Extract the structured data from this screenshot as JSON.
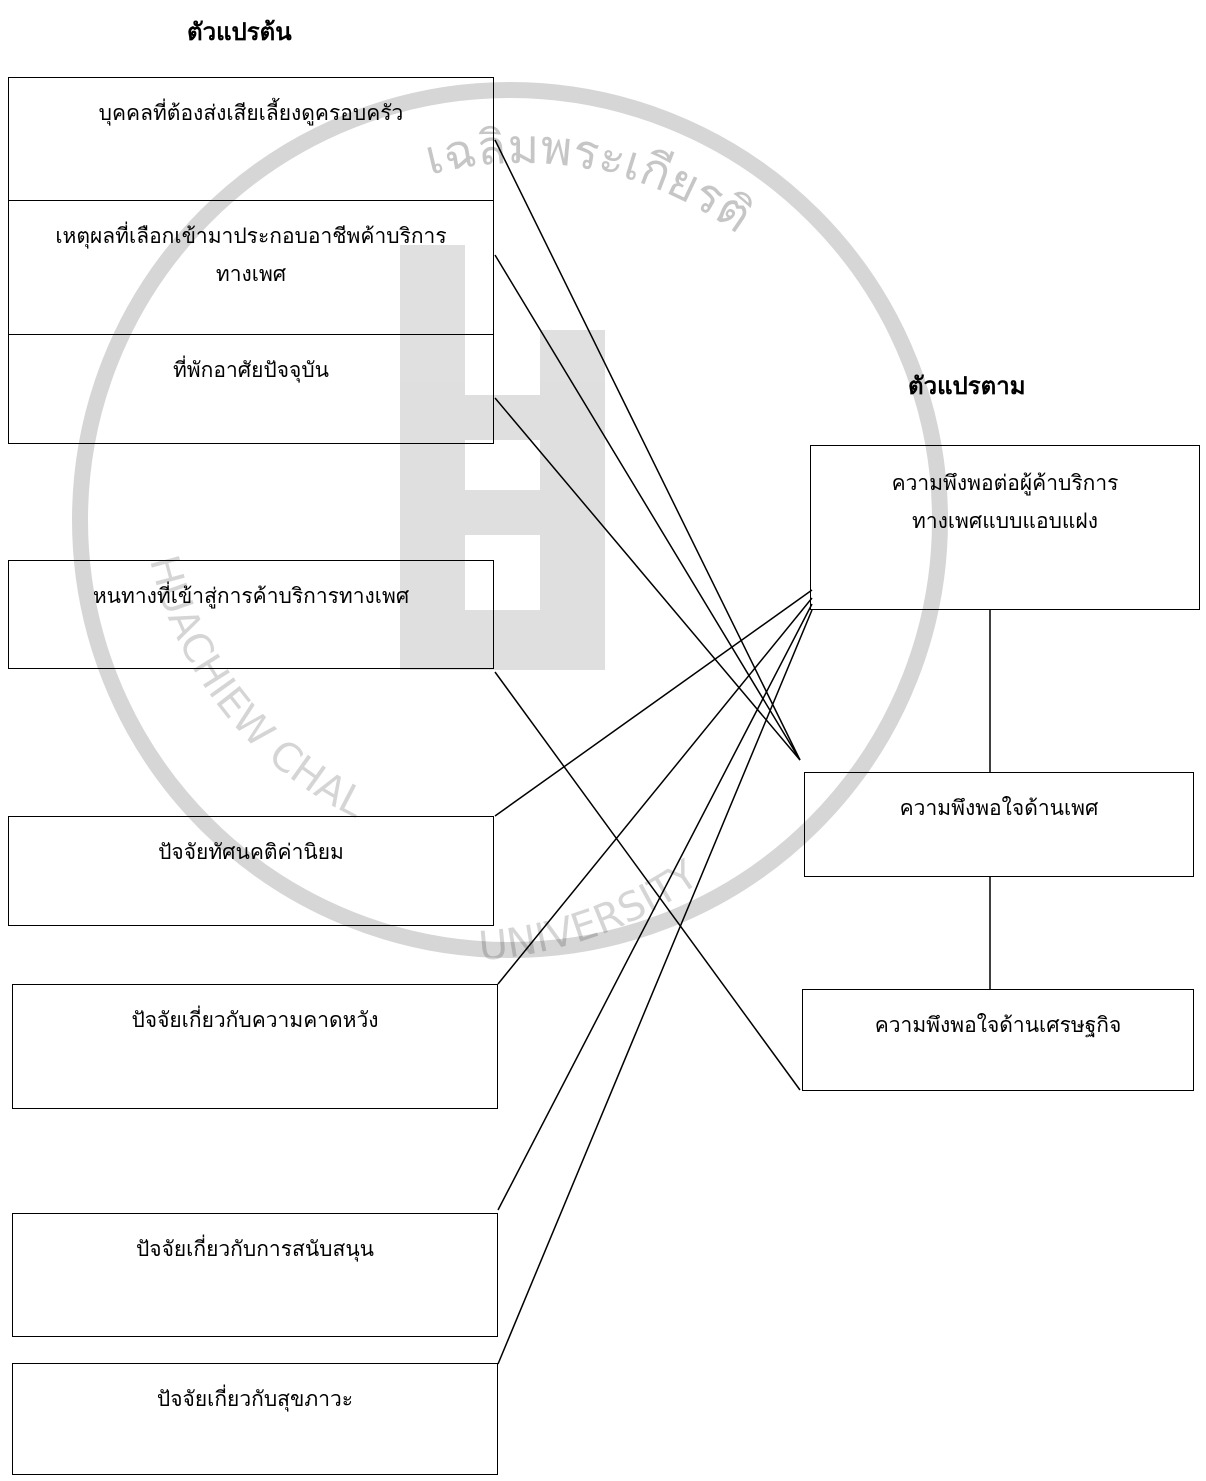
{
  "headings": {
    "independent": "ตัวแปรต้น",
    "dependent": "ตัวแปรตาม"
  },
  "independent_variables": [
    "บุคคลที่ต้องส่งเสียเลี้ยงดูครอบครัว",
    "เหตุผลที่เลือกเข้ามาประกอบอาชีพค้าบริการทางเพศ",
    "ที่พักอาศัยปัจจุบัน",
    "หนทางที่เข้าสู่การค้าบริการทางเพศ",
    "ปัจจัยทัศนคติค่านิยม",
    "ปัจจัยเกี่ยวกับความคาดหวัง",
    "ปัจจัยเกี่ยวกับการสนับสนุน",
    "ปัจจัยเกี่ยวกับสุขภาวะ"
  ],
  "independent_display": {
    "box2_line1": "เหตุผลที่เลือกเข้ามาประกอบอาชีพค้าบริการ",
    "box2_line2": "ทางเพศ"
  },
  "dependent_variables": [
    "ความพึงพอต่อผู้ค้าบริการทางเพศแบบแอบแฝง",
    "ความพึงพอใจด้านเพศ",
    "ความพึงพอใจด้านเศรษฐกิจ"
  ],
  "dependent_display": {
    "box1_line1": "ความพึงพอต่อผู้ค้าบริการ",
    "box1_line2": "ทางเพศแบบแอบแฝง"
  },
  "watermark_text": {
    "arc_top": "เฉลิมพระเกียรติ",
    "arc_left": "HUACHIEW CHALERMPRAKIET",
    "arc_bottom": "UNIVERSITY"
  }
}
